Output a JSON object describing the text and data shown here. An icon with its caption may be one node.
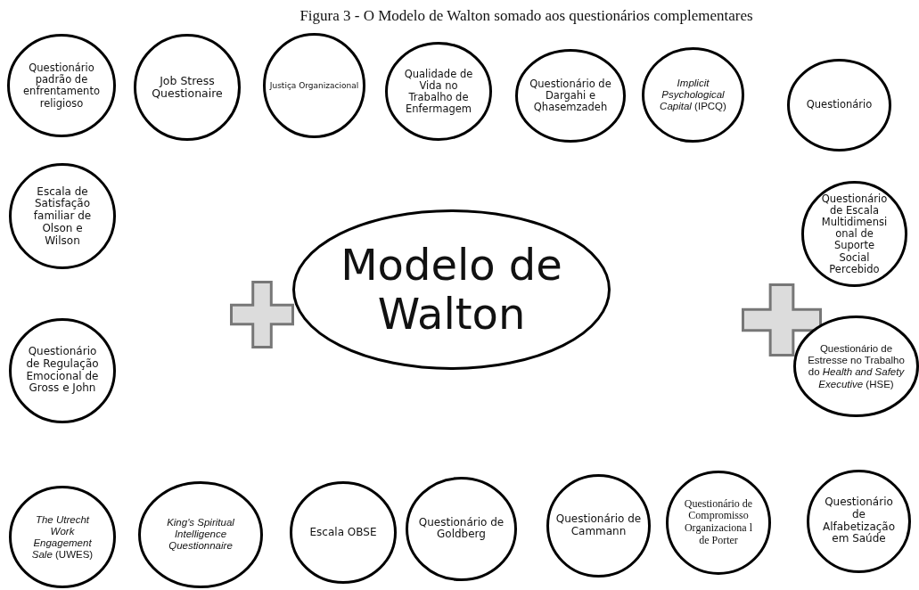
{
  "diagram": {
    "title": "Figura 3 - O Modelo de Walton somado aos questionários complementares",
    "nodes": [
      {
        "text": [
          "Questionário padrão de enfrentamento religioso"
        ]
      },
      {
        "text": [
          "Job Stress Questionaire"
        ]
      },
      {
        "text": [
          "Justiça Organizacional"
        ]
      },
      {
        "text": [
          "Qualidade de Vida no Trabalho de Enfermagem"
        ]
      },
      {
        "text": [
          "Questionário de Dargahi e Qhasemzadeh"
        ]
      },
      {
        "text": [
          "*Implicit Psychological Capital* (IPCQ)"
        ]
      },
      {
        "text": [
          "Questionário"
        ]
      },
      {
        "text": [
          "Escala de Satisfação familiar de Olson e Wilson"
        ]
      },
      {
        "text": [
          "Questionário de Escala Multidimensi onal de Suporte Social Percebido"
        ]
      },
      {
        "text": [
          "Modelo de Walton"
        ]
      },
      {
        "text": [
          "Questionário de Regulação Emocional de Gross e John"
        ]
      },
      {
        "text": [
          "Questionário de Estresse no Trabalho do *Health and Safety Executive* (HSE)"
        ]
      },
      {
        "text": [
          "*The Utrecht Work Engagement Sale* (UWES)"
        ]
      },
      {
        "text": [
          "King's Spiritual Intelligence Questionnaire"
        ]
      },
      {
        "text": [
          "Escala OBSE"
        ]
      },
      {
        "text": [
          "Questionário de Goldberg"
        ]
      },
      {
        "text": [
          "Questionário de Cammann"
        ]
      },
      {
        "text": [
          "Questionário de Compromisso Organizaciona l de Porter"
        ]
      },
      {
        "text": [
          "Questionário de Alfabetização em Saúde"
        ]
      }
    ]
  }
}
